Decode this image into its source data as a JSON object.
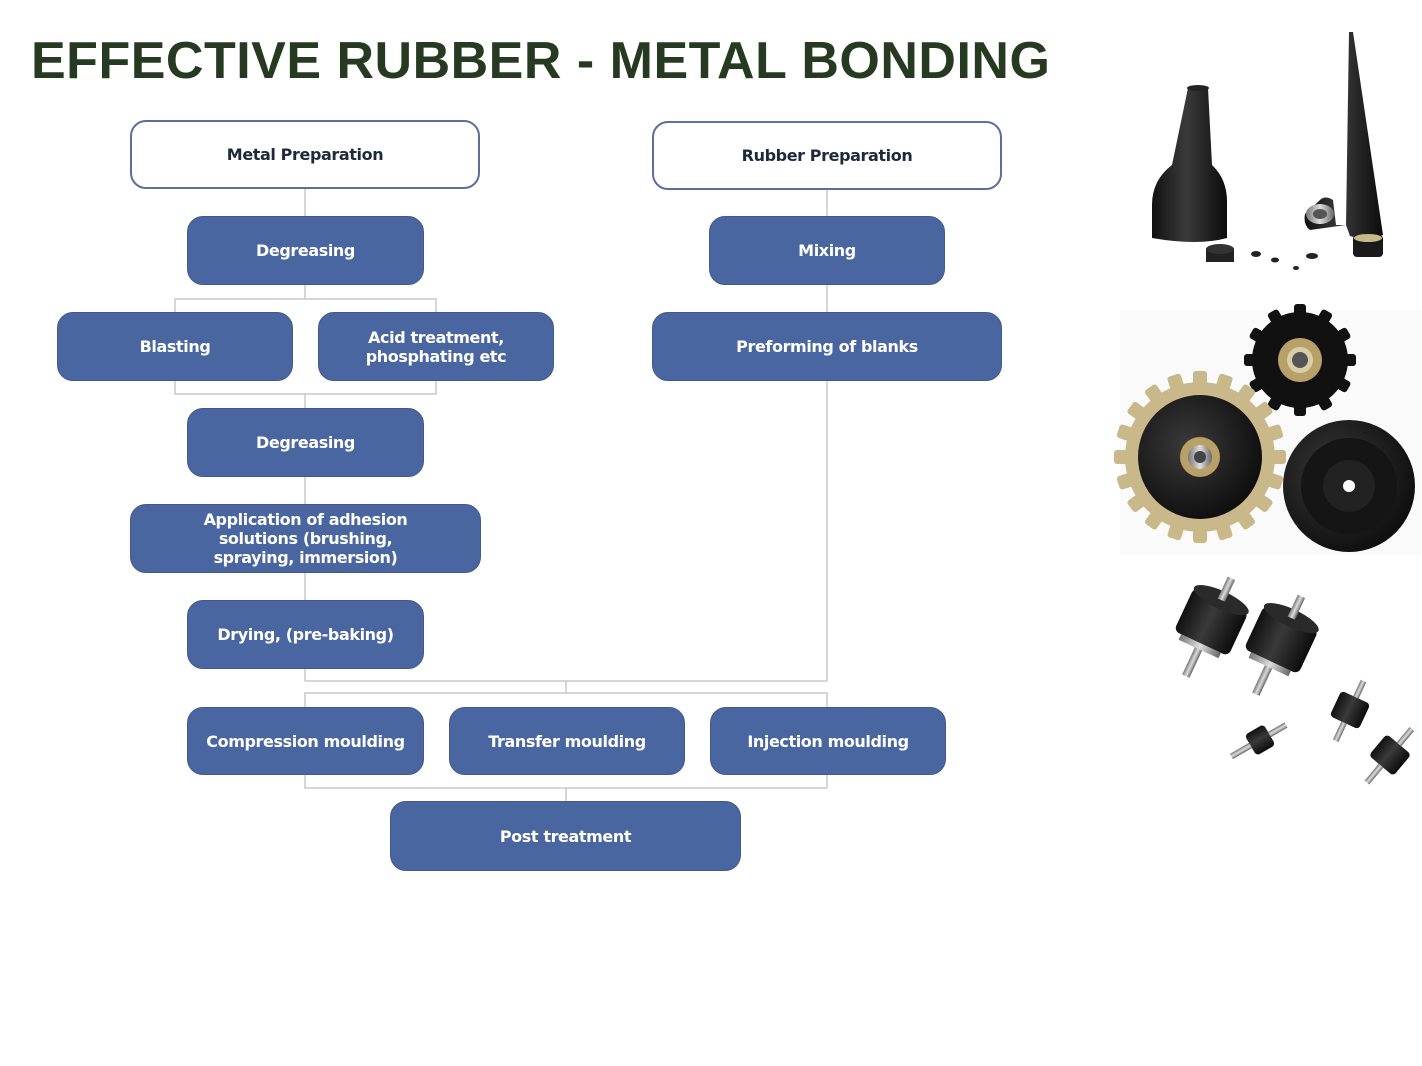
{
  "title": "EFFECTIVE RUBBER - METAL BONDING",
  "flow": {
    "metal_preparation": "Metal Preparation",
    "rubber_preparation": "Rubber Preparation",
    "degreasing_1": "Degreasing",
    "blasting": "Blasting",
    "acid_treatment": "Acid treatment,\nphosphating etc",
    "degreasing_2": "Degreasing",
    "adhesion": "Application of adhesion\nsolutions (brushing,\nspraying, immersion)",
    "drying": "Drying, (pre-baking)",
    "mixing": "Mixing",
    "preforming": "Preforming of blanks",
    "compression": "Compression moulding",
    "transfer": "Transfer moulding",
    "injection": "Injection moulding",
    "post_treatment": "Post treatment"
  },
  "colors": {
    "title": "#263a22",
    "step_fill": "#4a66a0",
    "head_border": "#5a6f9c",
    "connector": "#c8c8c8"
  },
  "icons": [
    "rubber-cone-parts-image",
    "rubber-gear-wheels-image",
    "rubber-vibration-mounts-image"
  ]
}
